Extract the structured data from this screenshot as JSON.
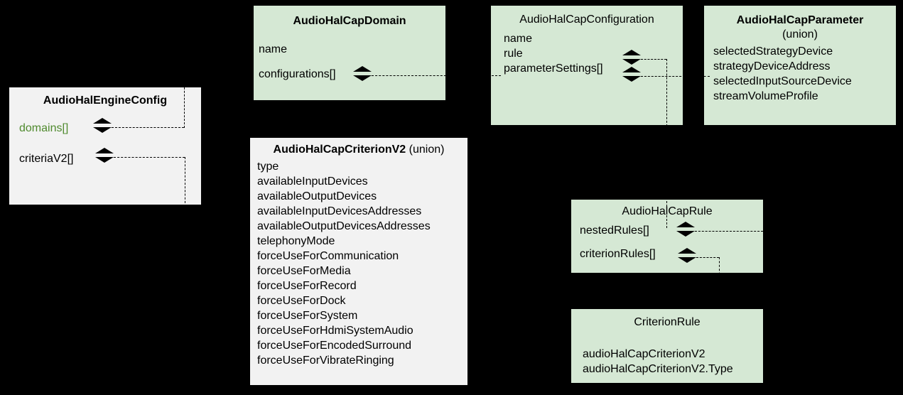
{
  "diagram": {
    "kind": "uml-class-diagram",
    "background_color": "#000000",
    "colors": {
      "green_box": "#d5e8d4",
      "gray_box": "#f2f2f2",
      "text": "#000000",
      "green_text": "#4f8a2e",
      "connector": "#000000"
    }
  },
  "boxes": {
    "engine_config": {
      "title": "AudioHalEngineConfig",
      "title_suffix": "",
      "attributes": [
        {
          "label": "domains[]",
          "highlight": true
        },
        {
          "label": "criteriaV2[]",
          "highlight": false
        }
      ]
    },
    "cap_domain": {
      "title": "AudioHalCapDomain",
      "title_suffix": "",
      "attributes": [
        {
          "label": "name"
        },
        {
          "label": "configurations[]"
        }
      ]
    },
    "cap_configuration": {
      "title": "AudioHalCapConfiguration",
      "title_suffix": "",
      "attributes": [
        {
          "label": "name"
        },
        {
          "label": "rule"
        },
        {
          "label": "parameterSettings[]"
        }
      ]
    },
    "cap_parameter": {
      "title": "AudioHalCapParameter",
      "title_suffix": "(union)",
      "attributes": [
        {
          "label": "selectedStrategyDevice"
        },
        {
          "label": "strategyDeviceAddress"
        },
        {
          "label": "selectedInputSourceDevice"
        },
        {
          "label": "streamVolumeProfile"
        }
      ]
    },
    "cap_criterion_v2": {
      "title": "AudioHalCapCriterionV2",
      "title_suffix": "(union)",
      "attributes": [
        {
          "label": "type"
        },
        {
          "label": "availableInputDevices"
        },
        {
          "label": "availableOutputDevices"
        },
        {
          "label": "availableInputDevicesAddresses"
        },
        {
          "label": "availableOutputDevicesAddresses"
        },
        {
          "label": "telephonyMode"
        },
        {
          "label": "forceUseForCommunication"
        },
        {
          "label": "forceUseForMedia"
        },
        {
          "label": "forceUseForRecord"
        },
        {
          "label": "forceUseForDock"
        },
        {
          "label": "forceUseForSystem"
        },
        {
          "label": "forceUseForHdmiSystemAudio"
        },
        {
          "label": "forceUseForEncodedSurround"
        },
        {
          "label": "forceUseForVibrateRinging"
        }
      ]
    },
    "cap_rule": {
      "title": "AudioHalCapRule",
      "title_suffix": "",
      "attributes": [
        {
          "label": "nestedRules[]"
        },
        {
          "label": "criterionRules[]"
        }
      ]
    },
    "criterion_rule": {
      "title": "CriterionRule",
      "title_suffix": "",
      "attributes": [
        {
          "label": "audioHalCapCriterionV2"
        },
        {
          "label": "audioHalCapCriterionV2.Type"
        }
      ]
    }
  }
}
